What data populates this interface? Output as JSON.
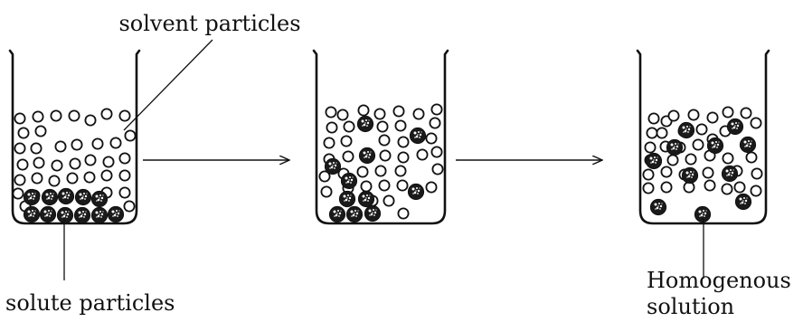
{
  "labels": {
    "solvent": "solvent particles",
    "solute": "solute particles",
    "homogenous_line1": "Homogenous",
    "homogenous_line2": "solution"
  },
  "stages": [
    {
      "stage": "before-dissolving",
      "solvent_particles": 36,
      "solute_particles": 11
    },
    {
      "stage": "dissolving",
      "solvent_particles": 38,
      "solute_particles": 11
    },
    {
      "stage": "homogenous-solution",
      "solvent_particles": 38,
      "solute_particles": 11
    }
  ]
}
